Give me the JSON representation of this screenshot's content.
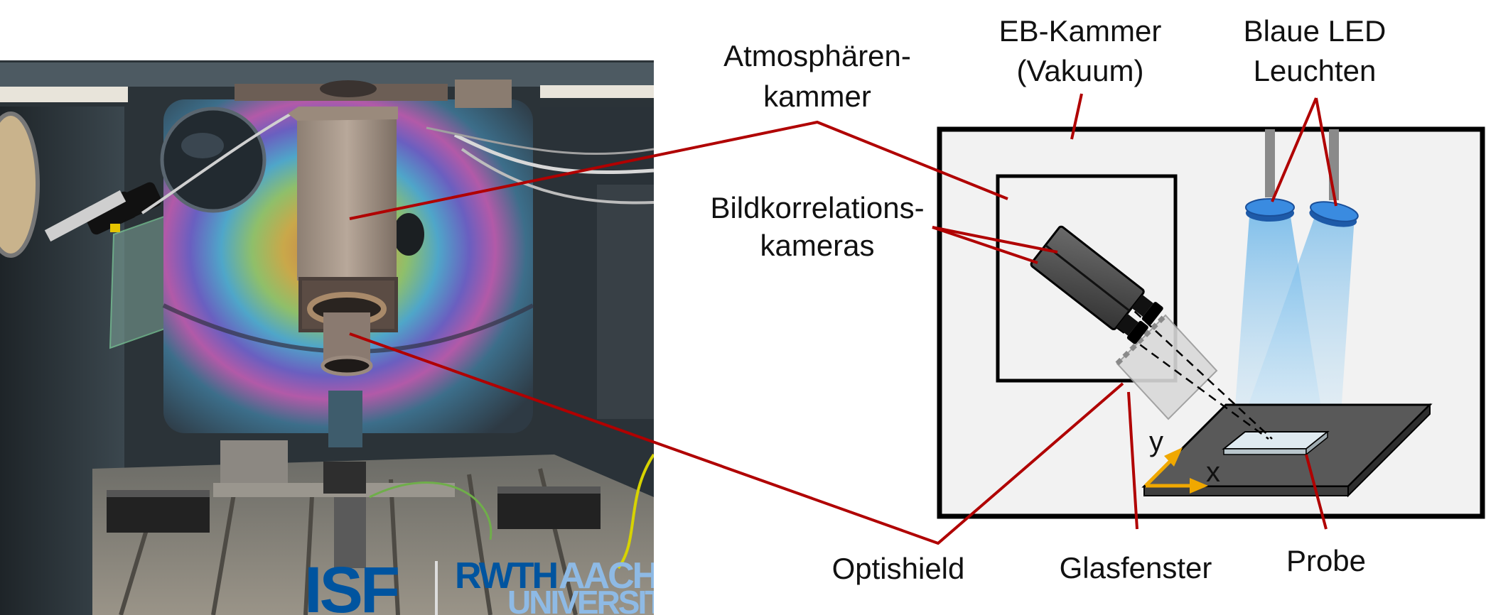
{
  "photo": {
    "logo": {
      "isf": "ISF",
      "rwth": "RWTH",
      "aachen": "AACHEN",
      "university": "UNIVERSITY"
    }
  },
  "labels": {
    "atmosphere_line1": "Atmosphären-",
    "atmosphere_line2": "kammer",
    "eb_line1": "EB-Kammer",
    "eb_line2": "(Vakuum)",
    "led_line1": "Blaue LED",
    "led_line2": "Leuchten",
    "camera_line1": "Bildkorrelations-",
    "camera_line2": "kameras",
    "optishield": "Optishield",
    "glass": "Glasfenster",
    "probe": "Probe"
  },
  "axes": {
    "x": "x",
    "y": "y"
  },
  "colors": {
    "leader": "#b00000",
    "chamber_fill": "#f2f2f2",
    "axis_arrow": "#f0a800",
    "led_disk": "#2f7fd6",
    "light_beam": "#9ccbee",
    "logo_dark": "#00549f",
    "logo_light": "#8ebae5"
  }
}
